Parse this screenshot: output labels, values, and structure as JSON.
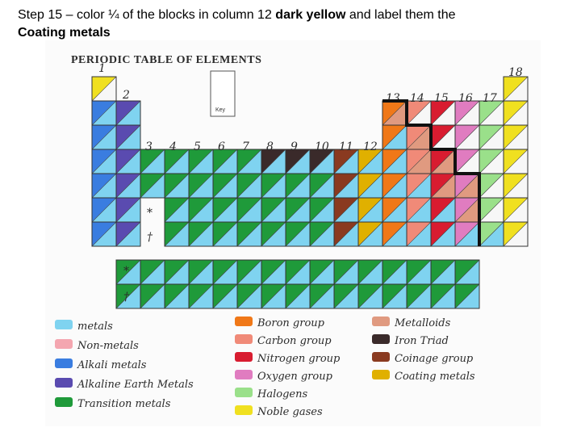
{
  "instruction": {
    "prefix": "Step 15 – color ¼ of the blocks in column 12 ",
    "emphasis_color": "dark yellow",
    "middle": " and label them the ",
    "emphasis_label": "Coating metals"
  },
  "table": {
    "title": "PERIODIC TABLE OF ELEMENTS",
    "key_label": "Key",
    "group_numbers": [
      "1",
      "2",
      "3",
      "4",
      "5",
      "6",
      "7",
      "8",
      "9",
      "10",
      "11",
      "12",
      "13",
      "14",
      "15",
      "16",
      "17",
      "18"
    ],
    "lanthanide_marker": "*",
    "actinide_marker": "†"
  },
  "legend": [
    {
      "label": "metals",
      "color": "#7fd3f0"
    },
    {
      "label": "Non-metals",
      "color": "#f4a6b0"
    },
    {
      "label": "Alkali metals",
      "color": "#3a7de0"
    },
    {
      "label": "Alkaline Earth Metals",
      "color": "#5a4bb0"
    },
    {
      "label": "Transition metals",
      "color": "#1f9a3a"
    },
    {
      "label": "Boron group",
      "color": "#f07818"
    },
    {
      "label": "Carbon group",
      "color": "#f08a78"
    },
    {
      "label": "Nitrogen group",
      "color": "#d81c30"
    },
    {
      "label": "Oxygen group",
      "color": "#e07cc0"
    },
    {
      "label": "Halogens",
      "color": "#9ae08a"
    },
    {
      "label": "Noble gases",
      "color": "#f0e020"
    },
    {
      "label": "Metalloids",
      "color": "#e09a80"
    },
    {
      "label": "Iron Triad",
      "color": "#3a2a2a"
    },
    {
      "label": "Coinage group",
      "color": "#8a3a20"
    },
    {
      "label": "Coating metals",
      "color": "#e0b000"
    }
  ]
}
